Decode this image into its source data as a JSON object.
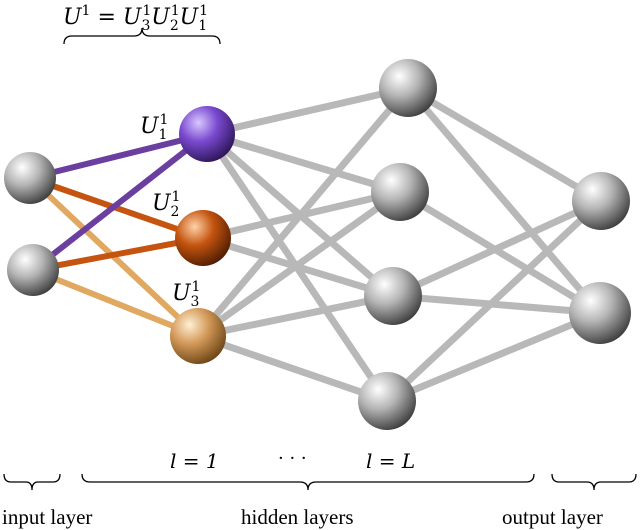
{
  "formula": {
    "lhs_base": "U",
    "lhs_sup": "1",
    "eq": " = ",
    "t1_base": "U",
    "t1_sub": "3",
    "t1_sup": "1",
    "t2_base": "U",
    "t2_sub": "2",
    "t2_sup": "1",
    "t3_base": "U",
    "t3_sub": "1",
    "t3_sup": "1"
  },
  "node_labels": [
    {
      "base": "U",
      "sub": "1",
      "sup": "1"
    },
    {
      "base": "U",
      "sub": "2",
      "sup": "1"
    },
    {
      "base": "U",
      "sub": "3",
      "sup": "1"
    }
  ],
  "layer_index": {
    "first": "l = 1",
    "dots": "· · ·",
    "last": "l = L"
  },
  "bottom_labels": {
    "input": "input layer",
    "hidden": "hidden layers",
    "output": "output layer"
  },
  "colors": {
    "purple": "#6b3fa0",
    "orange": "#c4540f",
    "tan": "#e0a860",
    "gray_edge": "#b8b8b8"
  }
}
